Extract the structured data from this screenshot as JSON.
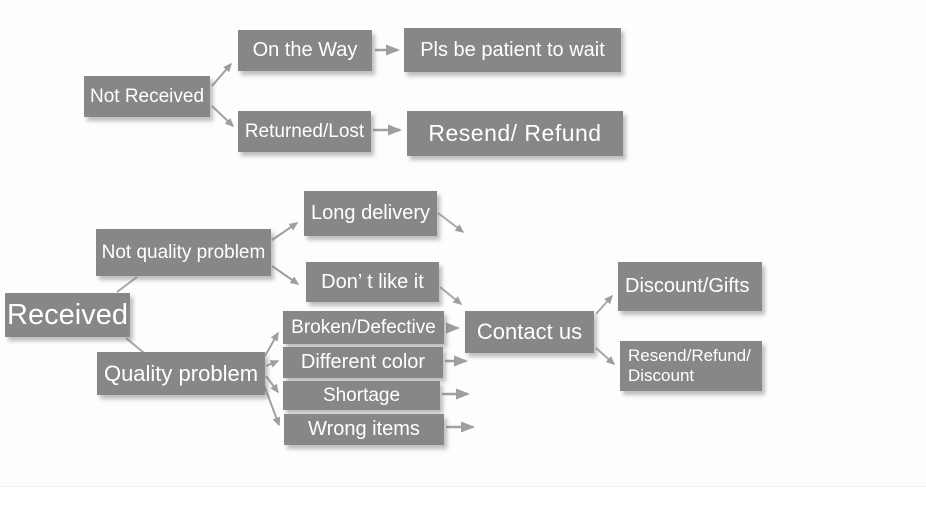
{
  "diagram": {
    "type": "flowchart",
    "topic": "after-sale service decision flow",
    "colors": {
      "node_fill": "#878787",
      "node_text": "#ffffff",
      "arrow": "#a0a0a0",
      "background": "#fdfdfd"
    },
    "nodes": {
      "not_received": {
        "label": "Not Received"
      },
      "on_the_way": {
        "label": "On the Way"
      },
      "pls_wait": {
        "label": "Pls be patient to wait"
      },
      "returned_lost": {
        "label": "Returned/Lost"
      },
      "resend_refund": {
        "label": "Resend/ Refund"
      },
      "received": {
        "label": "Received"
      },
      "not_quality_problem": {
        "label": "Not quality problem"
      },
      "long_delivery": {
        "label": "Long delivery"
      },
      "dont_like_it": {
        "label": "Don’ t like it"
      },
      "quality_problem": {
        "label": "Quality problem"
      },
      "broken_defective": {
        "label": "Broken/Defective"
      },
      "different_color": {
        "label": "Different color"
      },
      "shortage": {
        "label": "Shortage"
      },
      "wrong_items": {
        "label": "Wrong items"
      },
      "contact_us": {
        "label": "Contact us"
      },
      "discount_gifts": {
        "label": "Discount/Gifts"
      },
      "resend_refund_discount": {
        "lines": [
          "Resend/Refund/",
          "Discount"
        ]
      }
    },
    "edges": [
      {
        "from": "not_received",
        "to": "on_the_way",
        "arrowhead": true
      },
      {
        "from": "not_received",
        "to": "returned_lost",
        "arrowhead": true
      },
      {
        "from": "on_the_way",
        "to": "pls_wait",
        "arrowhead": true
      },
      {
        "from": "returned_lost",
        "to": "resend_refund",
        "arrowhead": true
      },
      {
        "from": "received",
        "to": "not_quality_problem",
        "arrowhead": false
      },
      {
        "from": "received",
        "to": "quality_problem",
        "arrowhead": false
      },
      {
        "from": "not_quality_problem",
        "to": "long_delivery",
        "arrowhead": true
      },
      {
        "from": "not_quality_problem",
        "to": "dont_like_it",
        "arrowhead": true
      },
      {
        "from": "long_delivery",
        "to": "contact_us",
        "arrowhead": true
      },
      {
        "from": "dont_like_it",
        "to": "contact_us",
        "arrowhead": true
      },
      {
        "from": "quality_problem",
        "to": "broken_defective",
        "arrowhead": true
      },
      {
        "from": "quality_problem",
        "to": "different_color",
        "arrowhead": true
      },
      {
        "from": "quality_problem",
        "to": "shortage",
        "arrowhead": true
      },
      {
        "from": "quality_problem",
        "to": "wrong_items",
        "arrowhead": true
      },
      {
        "from": "broken_defective",
        "to": "contact_us",
        "arrowhead": true
      },
      {
        "from": "different_color",
        "to": "contact_us",
        "arrowhead": true
      },
      {
        "from": "shortage",
        "to": "contact_us",
        "arrowhead": true
      },
      {
        "from": "wrong_items",
        "to": "contact_us",
        "arrowhead": true
      },
      {
        "from": "contact_us",
        "to": "discount_gifts",
        "arrowhead": true
      },
      {
        "from": "contact_us",
        "to": "resend_refund_discount",
        "arrowhead": true
      }
    ]
  }
}
